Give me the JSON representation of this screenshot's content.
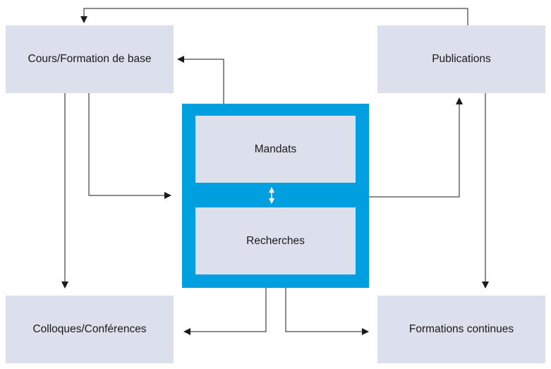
{
  "diagram": {
    "nodes": {
      "cours": "Cours/Formation de base",
      "publications": "Publications",
      "colloques": "Colloques/Conférences",
      "formations": "Formations continues",
      "mandats": "Mandats",
      "recherches": "Recherches"
    },
    "colors": {
      "box_fill": "#dcdfec",
      "core_fill": "#009fdf",
      "line": "#1a1a1a",
      "double_arrow": "#ffffff"
    },
    "edges": [
      {
        "from": "publications",
        "to": "cours"
      },
      {
        "from": "mandats",
        "to": "cours"
      },
      {
        "from": "cours",
        "to": "core"
      },
      {
        "from": "core",
        "to": "publications"
      },
      {
        "from": "cours",
        "to": "colloques"
      },
      {
        "from": "publications",
        "to": "formations"
      },
      {
        "from": "core",
        "to": "colloques"
      },
      {
        "from": "core",
        "to": "formations"
      },
      {
        "from": "mandats",
        "to": "recherches",
        "bidirectional": true
      }
    ]
  }
}
